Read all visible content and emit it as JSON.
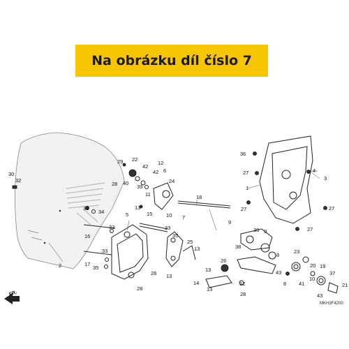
{
  "banner": {
    "text": "Na obrázku díl číslo 7"
  },
  "diagram": {
    "direction_label": "FR.",
    "drawing_code": "MKH3F4200",
    "callouts": [
      {
        "id": "c30",
        "label": "30"
      },
      {
        "id": "c32",
        "label": "32"
      },
      {
        "id": "c2",
        "label": "2"
      },
      {
        "id": "c31",
        "label": "31"
      },
      {
        "id": "c34",
        "label": "34"
      },
      {
        "id": "c33a",
        "label": "33"
      },
      {
        "id": "c16",
        "label": "16"
      },
      {
        "id": "c33b",
        "label": "33"
      },
      {
        "id": "c17",
        "label": "17"
      },
      {
        "id": "c35a",
        "label": "35"
      },
      {
        "id": "c5",
        "label": "5"
      },
      {
        "id": "c28a",
        "label": "28"
      },
      {
        "id": "c29",
        "label": "29"
      },
      {
        "id": "c40",
        "label": "40"
      },
      {
        "id": "c22",
        "label": "22"
      },
      {
        "id": "c42a",
        "label": "42"
      },
      {
        "id": "c39",
        "label": "39"
      },
      {
        "id": "c42b",
        "label": "42"
      },
      {
        "id": "c11",
        "label": "11"
      },
      {
        "id": "c6",
        "label": "6"
      },
      {
        "id": "c24",
        "label": "24"
      },
      {
        "id": "c10",
        "label": "10"
      },
      {
        "id": "c13a",
        "label": "13"
      },
      {
        "id": "c15",
        "label": "15"
      },
      {
        "id": "c33c",
        "label": "33"
      },
      {
        "id": "c35b",
        "label": "35"
      },
      {
        "id": "c28b",
        "label": "28"
      },
      {
        "id": "c18",
        "label": "18"
      },
      {
        "id": "c7",
        "label": "7"
      },
      {
        "id": "c25",
        "label": "25"
      },
      {
        "id": "c13b",
        "label": "13"
      },
      {
        "id": "c13c",
        "label": "13"
      },
      {
        "id": "c26",
        "label": "26"
      },
      {
        "id": "c13d",
        "label": "13"
      },
      {
        "id": "c14",
        "label": "14"
      },
      {
        "id": "c12",
        "label": "12"
      },
      {
        "id": "c13e",
        "label": "13"
      },
      {
        "id": "c28c",
        "label": "28"
      },
      {
        "id": "c36",
        "label": "36"
      },
      {
        "id": "c4",
        "label": "4"
      },
      {
        "id": "c3",
        "label": "3"
      },
      {
        "id": "c27a",
        "label": "27"
      },
      {
        "id": "c1",
        "label": "1"
      },
      {
        "id": "c27b",
        "label": "27"
      },
      {
        "id": "c27c",
        "label": "27"
      },
      {
        "id": "c27d",
        "label": "27"
      },
      {
        "id": "c9a",
        "label": "9"
      },
      {
        "id": "c38",
        "label": "38"
      },
      {
        "id": "c9b",
        "label": "9"
      },
      {
        "id": "c38b",
        "label": "38"
      },
      {
        "id": "c8a",
        "label": "8"
      },
      {
        "id": "c23",
        "label": "23"
      },
      {
        "id": "c20",
        "label": "20"
      },
      {
        "id": "c19",
        "label": "19"
      },
      {
        "id": "c43a",
        "label": "43"
      },
      {
        "id": "c8b",
        "label": "8"
      },
      {
        "id": "c41",
        "label": "41"
      },
      {
        "id": "c10b",
        "label": "10"
      },
      {
        "id": "c37",
        "label": "37"
      },
      {
        "id": "c21",
        "label": "21"
      },
      {
        "id": "c43b",
        "label": "43"
      },
      {
        "id": "c28d",
        "label": "28"
      },
      {
        "id": "c12b",
        "label": "12"
      }
    ]
  }
}
